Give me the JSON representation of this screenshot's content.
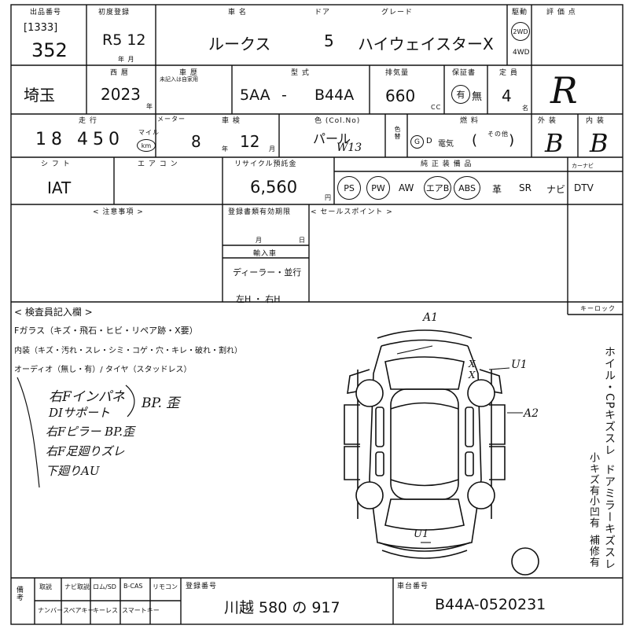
{
  "labels": {
    "lot_no": "出品番号",
    "first_reg": "初度登録",
    "car_name": "車 名",
    "doors": "ドア",
    "grade": "グレード",
    "drive": "駆動",
    "rating": "評 価 点",
    "year_era": "西 暦",
    "car_inspection": "車 歴",
    "car_inspection_note": "未記入は自家用",
    "model": "型 式",
    "displacement": "排気量",
    "warranty": "保証書",
    "capacity": "定 員",
    "mileage": "走 行",
    "meter": "メーター",
    "shaken": "車 検",
    "color": "色 (Col.No)",
    "fuel": "燃 料",
    "exterior": "外 装",
    "interior": "内 装",
    "shift": "シ フ ト",
    "aircon": "エ ア コ ン",
    "recycle": "リサイクル預託金",
    "equipment": "純 正 装 備 品",
    "carnavi": "カーナビ",
    "notes": "< 注意事項 >",
    "reg_expiry": "登録書類有効期限",
    "sales_point": "< セールスポイント >",
    "import_car": "輸入車",
    "inspector": "< 検査員記入欄 >",
    "keylock": "キーロック",
    "cc": "CC",
    "yen": "円",
    "era_suffix": "年",
    "month": "月",
    "year_month": "年 月",
    "mile": "マイル",
    "km": "km",
    "color_sub": "色替",
    "fuel_other": "その他",
    "person": "名",
    "day": "日",
    "bottom_left": "備考",
    "owner_manual": "取説",
    "navi_manual": "ナビ取説",
    "rom": "ロム/SD",
    "bcas": "B-CAS",
    "remocon": "リモコン",
    "number": "ナンバー",
    "spare_key": "スペアキー",
    "keyless": "キーレス",
    "smartkey": "スマートキー",
    "reg_number_lbl": "登録番号",
    "chassis_lbl": "車台番号"
  },
  "values": {
    "lot_code": "[1333]",
    "lot_no": "352",
    "first_reg": "R5 12",
    "car_name": "ルークス",
    "doors": "5",
    "grade": "ハイウェイスターX",
    "drive_2wd": "2WD",
    "drive_4wd": "4WD",
    "rating": "R",
    "year_ad": "2023",
    "model_prefix": "5AA",
    "model_sep": "-",
    "model_code": "B44A",
    "displacement": "660",
    "warranty_yes": "有",
    "warranty_no": "無",
    "capacity": "4",
    "mileage": "18 450",
    "shaken_year": "8",
    "shaken_month": "12",
    "color": "パール",
    "color_no": "W13",
    "fuel_g": "G",
    "fuel_d": "D",
    "fuel_elec": "電気",
    "exterior": "B",
    "interior": "B",
    "shift": "IAT",
    "recycle": "6,560",
    "equip": [
      "PS",
      "PW",
      "AW",
      "エアB",
      "ABS",
      "革",
      "SR",
      "ナビ",
      "DTV"
    ],
    "import_dealer": "ディーラー・並行",
    "import_hand": "左H ・ 右H",
    "reg_number": "川越 580 の 917",
    "chassis": "B44A-0520231"
  },
  "inspector": {
    "line1": "Fガラス（キズ・飛石・ヒビ・リペア跡・X要）",
    "line2": "内装（キズ・汚れ・スレ・シミ・コゲ・穴・キレ・破れ・割れ）",
    "line3": "オーディオ（無し・有）/ タイヤ（スタッドレス）",
    "hand": [
      "右Fインパネ",
      "DIサポート",
      "右Fピラー BP.歪",
      "右F足廻りズレ",
      "下廻りAU"
    ],
    "hand_bp": "BP. 歪"
  },
  "diagram": {
    "a1": "A1",
    "a2": "A2",
    "u1_top": "U1",
    "u1_bottom": "U1",
    "x_mark": "X"
  },
  "side_note": {
    "col1": "ホイル・CPキズスレ",
    "col2": "小キズ有",
    "col3": "ドアミラーキズスレ",
    "col4": "小凹有",
    "col5": "補修有"
  }
}
